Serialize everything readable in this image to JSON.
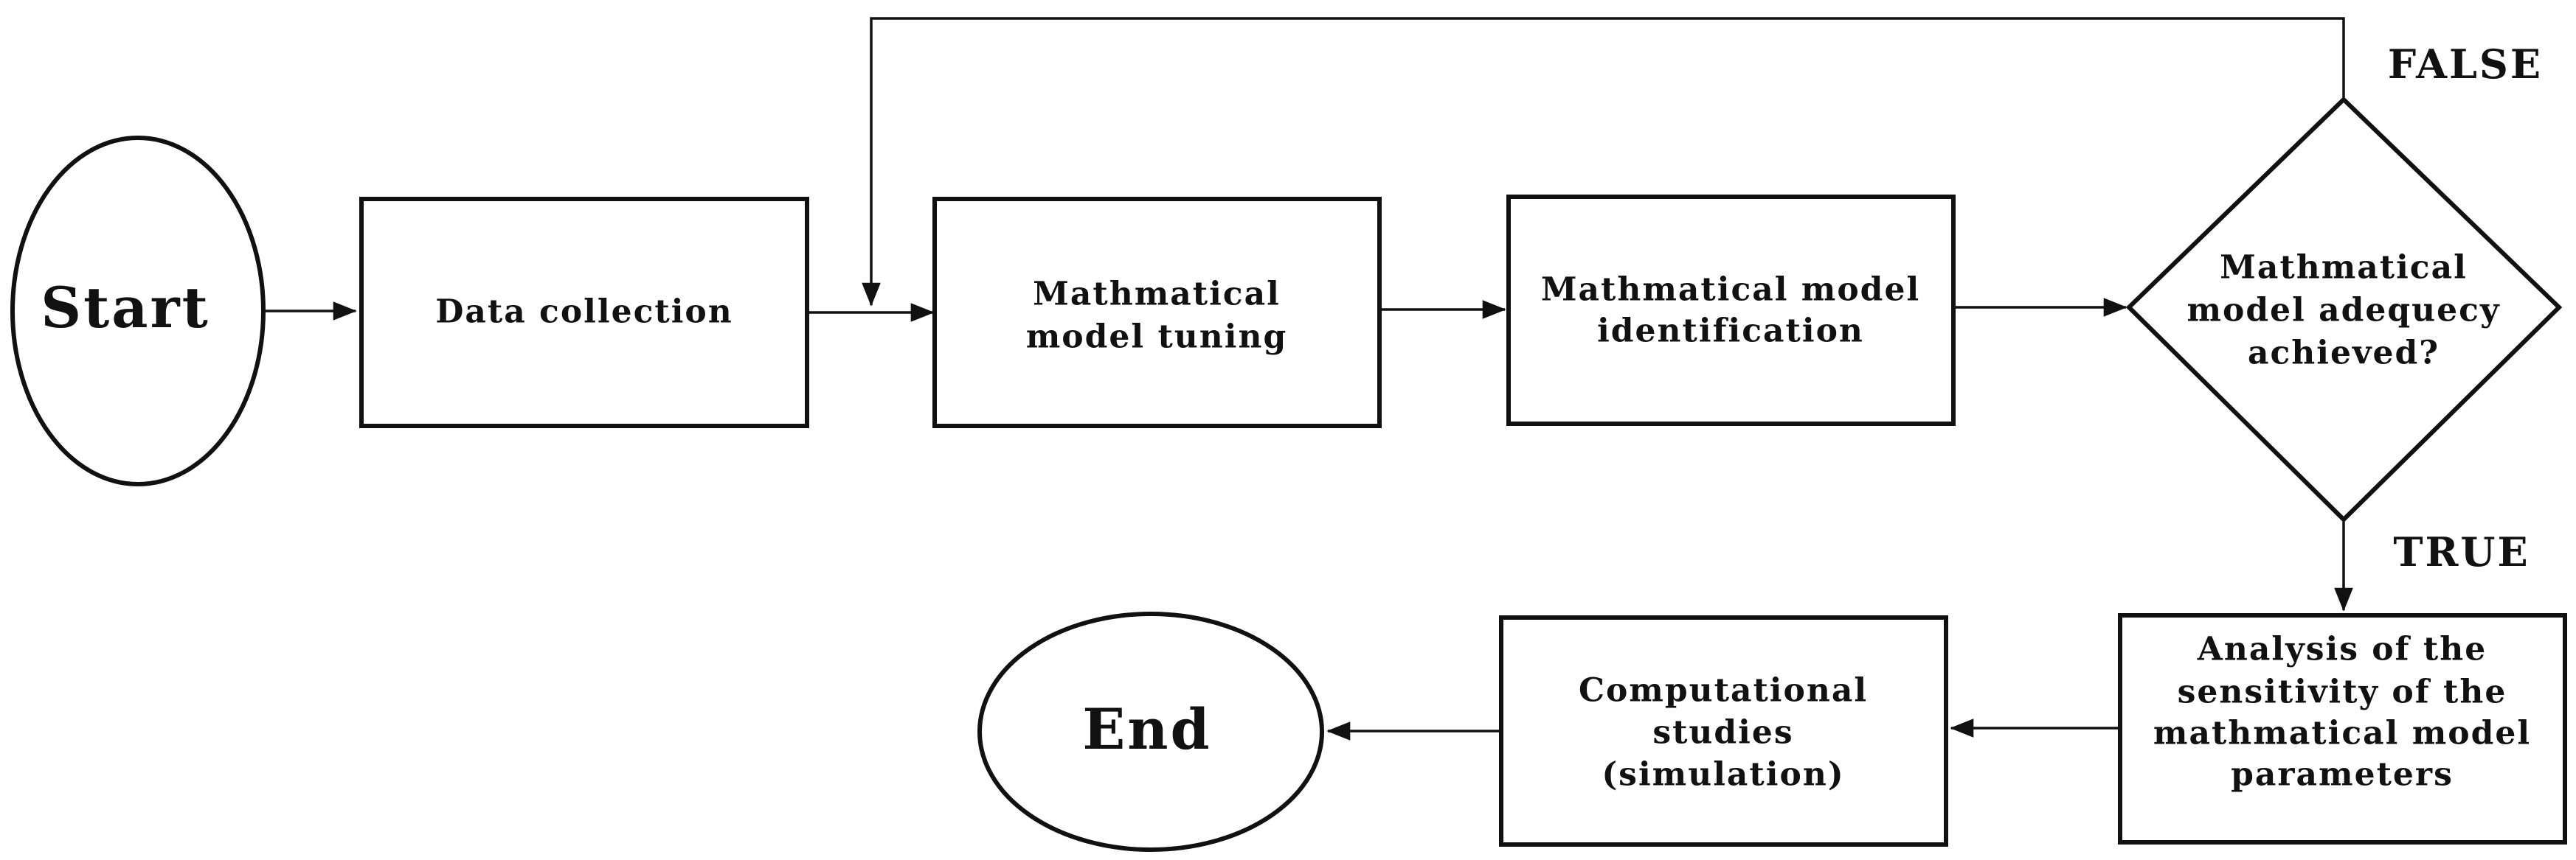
{
  "nodes": {
    "start": "Start",
    "data_collection": "Data collection",
    "model_tuning": [
      "Mathmatical",
      "model tuning"
    ],
    "model_identification": [
      "Mathmatical model",
      "identification"
    ],
    "adequacy_decision": [
      "Mathmatical",
      "model adequecy",
      "achieved?"
    ],
    "sensitivity_analysis": [
      "Analysis of the",
      "sensitivity of the",
      "mathmatical model",
      "parameters"
    ],
    "computational_studies": [
      "Computational",
      "studies",
      "(simulation)"
    ],
    "end": "End"
  },
  "branches": {
    "false_label": "FALSE",
    "true_label": "TRUE"
  },
  "colors": {
    "stroke": "#111111",
    "background": "#ffffff"
  }
}
